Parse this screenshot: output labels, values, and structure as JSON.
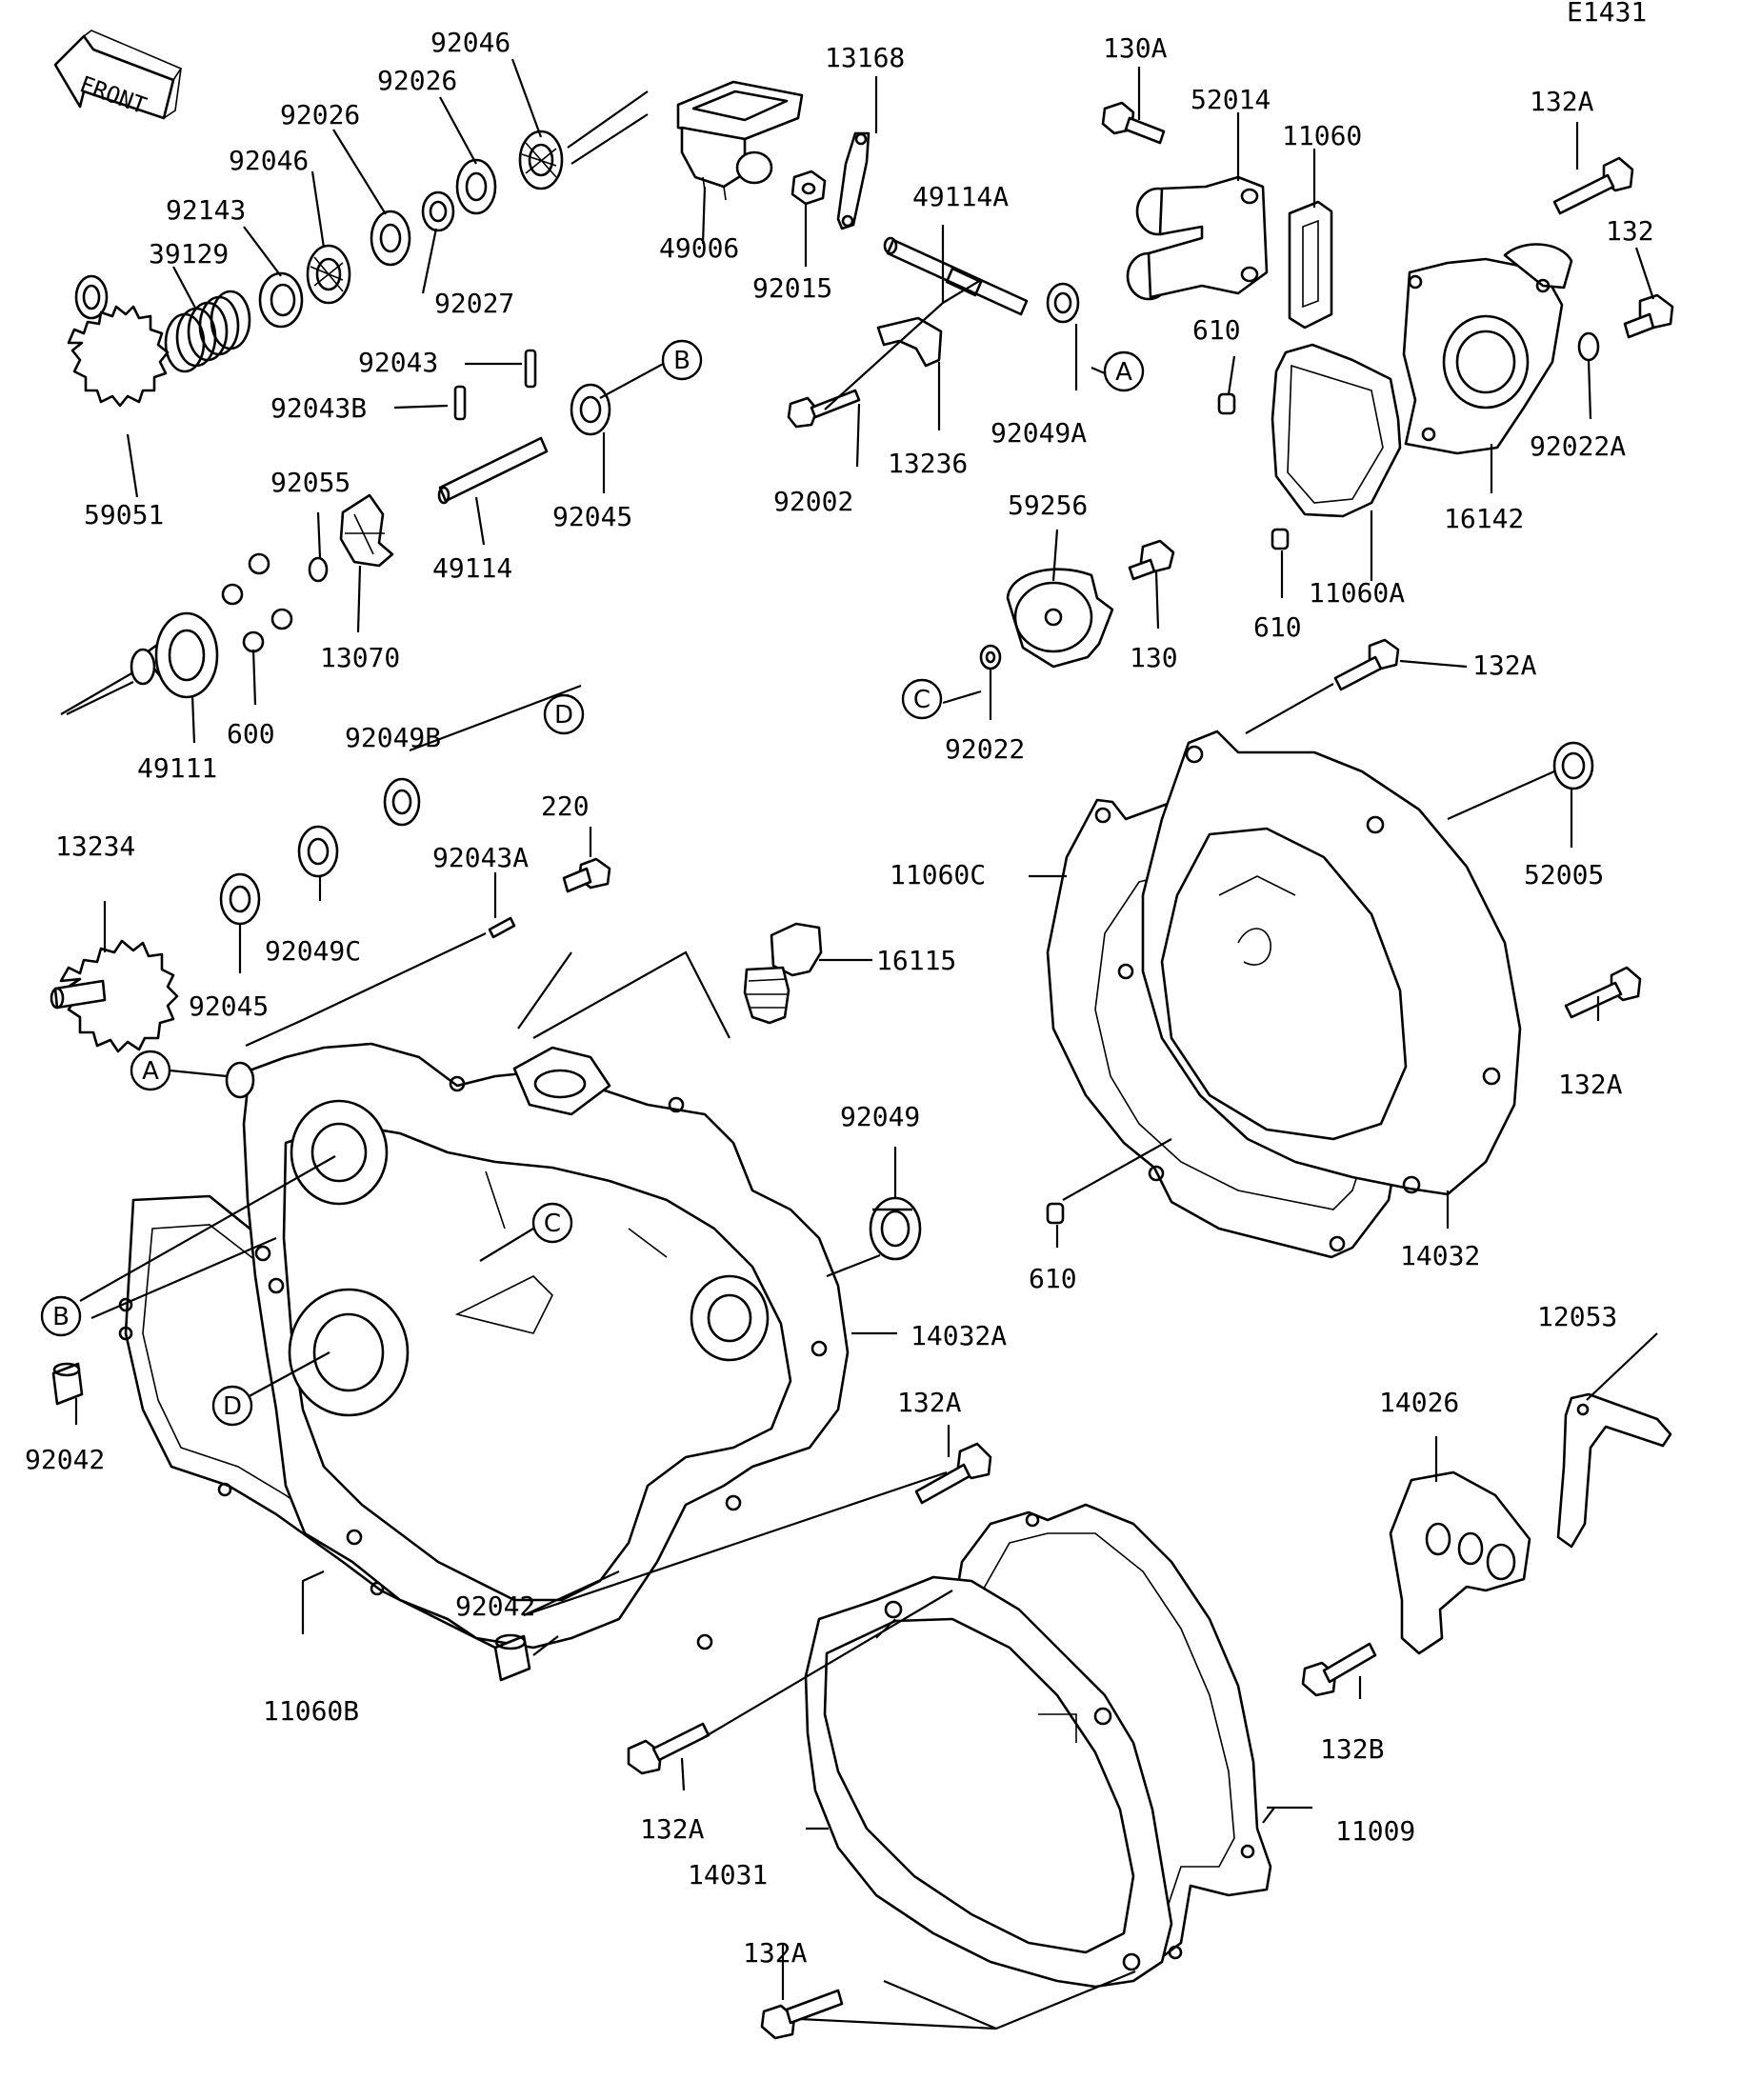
{
  "diagram_code": "E1431",
  "front_label": "FRONT",
  "parts": {
    "p92046a": "92046",
    "p92026a": "92026",
    "p92026b": "92026",
    "p92046b": "92046",
    "p92143": "92143",
    "p39129": "39129",
    "p92027": "92027",
    "p59051": "59051",
    "p92043": "92043",
    "p92043B": "92043B",
    "p49114": "49114",
    "p92045a": "92045",
    "p92055": "92055",
    "p13070": "13070",
    "p600": "600",
    "p49111": "49111",
    "p49006": "49006",
    "p13168": "13168",
    "p92015": "92015",
    "p49114A": "49114A",
    "p13236": "13236",
    "p92002": "92002",
    "p92049A": "92049A",
    "p130A": "130A",
    "p52014": "52014",
    "p11060": "11060",
    "p132A_a": "132A",
    "p132": "132",
    "p610a": "610",
    "p92022A": "92022A",
    "p16142": "16142",
    "p610b": "610",
    "p11060A": "11060A",
    "p59256": "59256",
    "p130": "130",
    "p92022": "92022",
    "p132A_b": "132A",
    "p92049B": "92049B",
    "p220": "220",
    "p13234": "13234",
    "p92043A": "92043A",
    "p92049C": "92049C",
    "p92045b": "92045",
    "p16115": "16115",
    "p11060C": "11060C",
    "p52005": "52005",
    "p132A_c": "132A",
    "p610c": "610",
    "p14032": "14032",
    "p92049": "92049",
    "p14032A": "14032A",
    "p92042a": "92042",
    "p12053": "12053",
    "p14026": "14026",
    "p132A_d": "132A",
    "p92042b": "92042",
    "p11060B": "11060B",
    "p132B": "132B",
    "p132A_e": "132A",
    "p11009": "11009",
    "p14031": "14031",
    "p132A_f": "132A"
  },
  "callouts": {
    "A1": "A",
    "A2": "A",
    "B1": "B",
    "B2": "B",
    "C1": "C",
    "C2": "C",
    "D1": "D",
    "D2": "D"
  }
}
